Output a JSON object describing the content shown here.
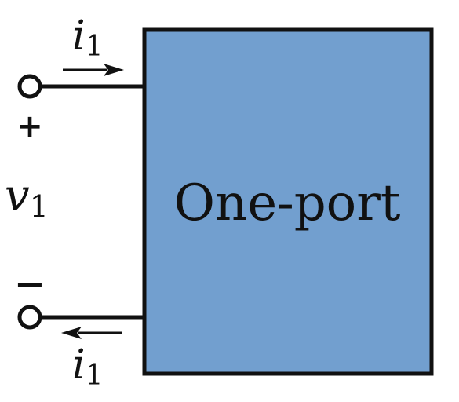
{
  "block": {
    "label": "One-port",
    "fill_color": "#729fcf",
    "stroke_color": "#111111"
  },
  "top_terminal": {
    "current_label": {
      "symbol": "i",
      "subscript": "1"
    },
    "polarity": "+"
  },
  "bottom_terminal": {
    "current_label": {
      "symbol": "i",
      "subscript": "1"
    },
    "polarity": "−"
  },
  "voltage_label": {
    "symbol": "v",
    "subscript": "1"
  }
}
